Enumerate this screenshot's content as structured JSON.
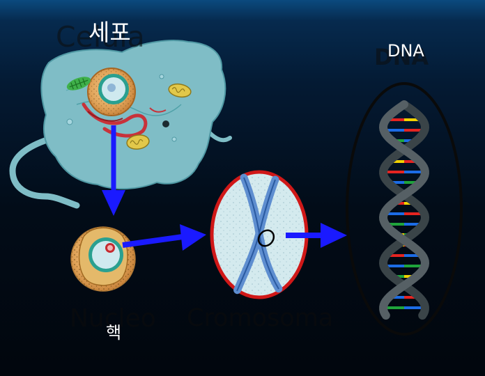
{
  "labels": {
    "cell_ghost": "Celula",
    "cell": "세포",
    "dna_ghost": "DNA",
    "dna": "DNA",
    "nucleus_ghost": "Nucleo",
    "nucleus": "핵",
    "chromosome_ghost": "Cromosoma"
  },
  "icons": {
    "cell": "cell-icon",
    "nucleus": "nucleus-icon",
    "chromosome": "chromosome-icon",
    "dna": "dna-helix-icon",
    "arrows": "arrow-icon"
  },
  "colors": {
    "arrow": "#1a1aff",
    "chromosome_ring": "#d01818",
    "cell_body": "#7fbdc6",
    "helix_strand": "#3a4448",
    "base_red": "#e52421",
    "base_yellow": "#f2d200",
    "base_blue": "#1c6ce6",
    "base_green": "#1fa43b"
  }
}
